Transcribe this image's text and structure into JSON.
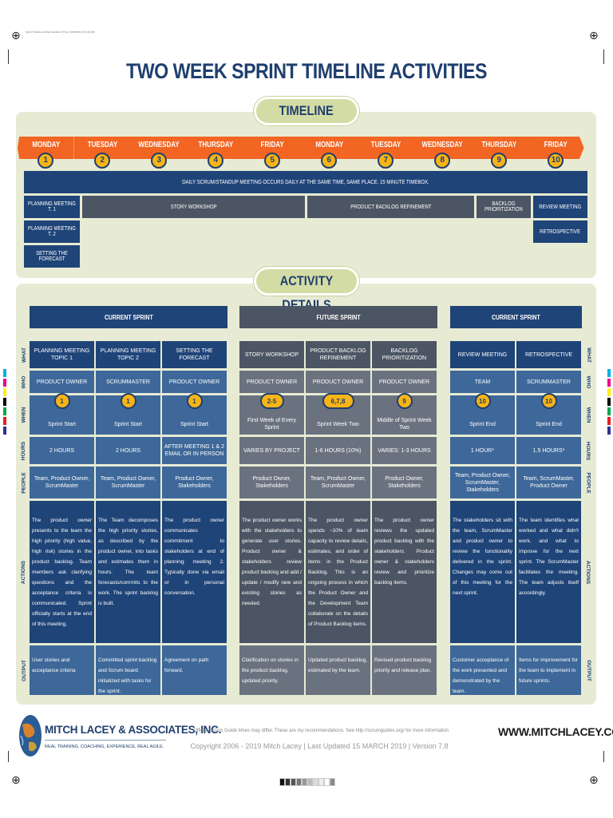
{
  "slug": "Sprint Timeline 2w Day Detailed v7.8.ai   1   3/15/2019   10:14:44 AM",
  "title": "TWO WEEK SPRINT TIMELINE ACTIVITIES",
  "timeline_label": "TIMELINE",
  "activity_label": "ACTIVITY DETAILS",
  "days": [
    {
      "name": "MONDAY",
      "num": "1"
    },
    {
      "name": "TUESDAY",
      "num": "2"
    },
    {
      "name": "WEDNESDAY",
      "num": "3"
    },
    {
      "name": "THURSDAY",
      "num": "4"
    },
    {
      "name": "FRIDAY",
      "num": "5"
    },
    {
      "name": "MONDAY",
      "num": "6"
    },
    {
      "name": "TUESDAY",
      "num": "7"
    },
    {
      "name": "WEDNESDAY",
      "num": "8"
    },
    {
      "name": "THURSDAY",
      "num": "9"
    },
    {
      "name": "FRIDAY",
      "num": "10"
    }
  ],
  "timeline": {
    "daily": "DAILY SCRUM/STANDUP MEETING OCCURS DAILY AT THE SAME TIME, SAME PLACE. 15 MINUTE TIMEBOX.",
    "planning1": "PLANNING MEETING T. 1",
    "story": "STORY WORKSHOP",
    "refinement": "PRODUCT BACKLOG REFINEMENT",
    "prioritization": "BACKLOG PRIORITIZATION",
    "review": "REVIEW MEETING",
    "planning2": "PLANNING MEETING T. 2",
    "retro": "RETROSPECTIVE",
    "forecast": "SETTING THE FORECAST"
  },
  "groups": {
    "current1": "CURRENT SPRINT",
    "future": "FUTURE SPRINT",
    "current2": "CURRENT SPRINT"
  },
  "row_labels": {
    "what": "WHAT",
    "who": "WHO",
    "when": "WHEN",
    "hours": "HOURS",
    "people": "PEOPLE",
    "actions": "ACTIONS",
    "output": "OUTPUT"
  },
  "columns": [
    {
      "what": "PLANNING MEETING TOPIC 1",
      "who": "PRODUCT OWNER",
      "num": "1",
      "when": "Sprint Start",
      "hours": "2 HOURS",
      "people": "Team, Product Owner, ScrumMaster",
      "actions": "The product owner presents to the team the high priority (high value, high risk) stories in the product backlog. Team members ask clarifying questions and the acceptance criteria is communicated. Sprint officially starts at the end of this meeting.",
      "output": "User stories and acceptance criteria"
    },
    {
      "what": "PLANNING MEETING TOPIC 2",
      "who": "SCRUMMASTER",
      "num": "1",
      "when": "Sprint Start",
      "hours": "2 HOURS",
      "people": "Team, Product Owner, ScrumMaster",
      "actions": "The Team decomposes the high priority stories, as described by the product owner, into tasks and estimates them in hours. The team forecasts/commits to the work. The sprint backlog is built.",
      "output": "Committed sprint backlog and Scrum board initialized with tasks for the sprint."
    },
    {
      "what": "SETTING THE FORECAST",
      "who": "PRODUCT OWNER",
      "num": "1",
      "when": "Sprint Start",
      "hours": "AFTER MEETING 1 & 2 EMAIL OR IN PERSON",
      "people": "Product Owner, Stakeholders",
      "actions": "The product owner communicates commitment to stakeholders at end of planning meeting 2. Typically done via email or in personal conversation.",
      "output": "Agreement on path forward."
    },
    {
      "what": "STORY WORKSHOP",
      "who": "PRODUCT OWNER",
      "num": "2-5",
      "when": "First Week of Every Sprint",
      "hours": "VARIES BY PROJECT",
      "people": "Product Owner, Stakeholders",
      "actions": "The product owner works with the stakeholders to generate user stories. Product owner & stakeholders review product backlog and add / update / modify new and existing stories as needed.",
      "output": "Clarification on stories in the product backlog, updated priority."
    },
    {
      "what": "PRODUCT BACKLOG REFINEMENT",
      "who": "PRODUCT OWNER",
      "num": "6,7,8",
      "when": "Sprint Week Two",
      "hours": "1-6 HOURS (10%)",
      "people": "Team, Product Owner, ScrumMaster",
      "actions": "The product owner spends ~10% of team capacity to review details, estimates, and order of items in the Product Backlog. This is an ongoing process in which the Product Owner and the Development Team collaborate on the details of Product Backlog items.",
      "output": "Updated product backlog, estimated by the team."
    },
    {
      "what": "BACKLOG PRIORITIZATION",
      "who": "PRODUCT OWNER",
      "num": "9",
      "when": "Middle of Sprint Week Two",
      "hours": "VARIES: 1-3 HOURS",
      "people": "Product Owner, Stakeholders",
      "actions": "The product owner reviews the updated product backlog with the stakeholders. Product owner & stakeholders review and prioritize backlog items.",
      "output": "Revised product backlog priority and release plan."
    },
    {
      "what": "REVIEW MEETING",
      "who": "TEAM",
      "num": "10",
      "when": "Sprint End",
      "hours": "1 HOUR*",
      "people": "Team, Product Owner, ScrumMaster, Stakeholders",
      "actions": "The stakeholders sit with the team, ScrumMaster and product owner to review the functionality delivered in the sprint. Changes may come out of this meeting for the next sprint.",
      "output": "Customer acceptance of the work presented and demonstrated by the team."
    },
    {
      "what": "RETROSPECTIVE",
      "who": "SCRUMMASTER",
      "num": "10",
      "when": "Sprint End",
      "hours": "1.5 HOURS*",
      "people": "Team, ScrumMaster, Product Owner",
      "actions": "The team identifies what worked and what didn't work, and what to improve for the next sprint. The ScrumMaster facilitates the meeting. The team adjusts itself accordingly.",
      "output": "Items for improvement for the team to implement in future sprints."
    }
  ],
  "footer": {
    "company": "MITCH LACEY & ASSOCIATES, INC.",
    "tagline": "REAL TRAINING, COACHING, EXPERIENCE, REAL AGILE.",
    "note": "* Official Scrum Guide times may differ. These are my recommendations. See http://scrumguides.org/ for more information",
    "copyright": "Copyright 2006 - 2019 Mitch Lacey  |  Last Updated 15 MARCH 2019 | Version 7.8",
    "url": "WWW.MITCHLACEY.COM"
  },
  "colors": {
    "navy": "#1f4478",
    "orange": "#f26522",
    "gold": "#f7b416",
    "panel": "#e7ebd4",
    "gray": "#4c5563"
  }
}
